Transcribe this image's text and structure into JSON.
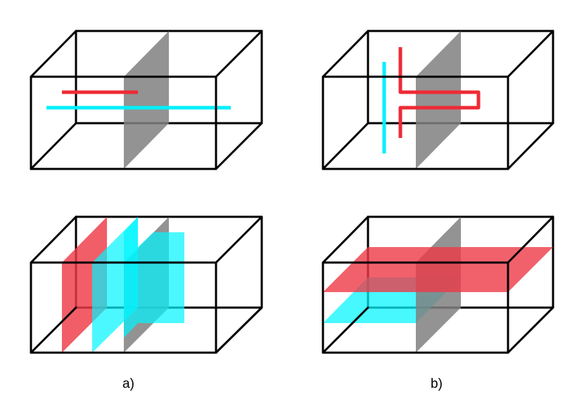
{
  "figure": {
    "labels": {
      "a": "a)",
      "b": "b)"
    }
  },
  "colors": {
    "box_edge": "#000000",
    "plane_gray": "#808080",
    "red": "#ee2b35",
    "red_translucent": "#ee3a47",
    "cyan": "#00f0ff",
    "cyan_translucent": "#00f5ff"
  },
  "panels": [
    {
      "id": "a-top",
      "content": "red-and-cyan-lines-crossing-gray-plane"
    },
    {
      "id": "b-top",
      "content": "red-folded-line-and-cyan-vertical-line"
    },
    {
      "id": "a-bottom",
      "content": "red-and-cyan-vertical-planes"
    },
    {
      "id": "b-bottom",
      "content": "red-and-cyan-horizontal-planes"
    }
  ]
}
